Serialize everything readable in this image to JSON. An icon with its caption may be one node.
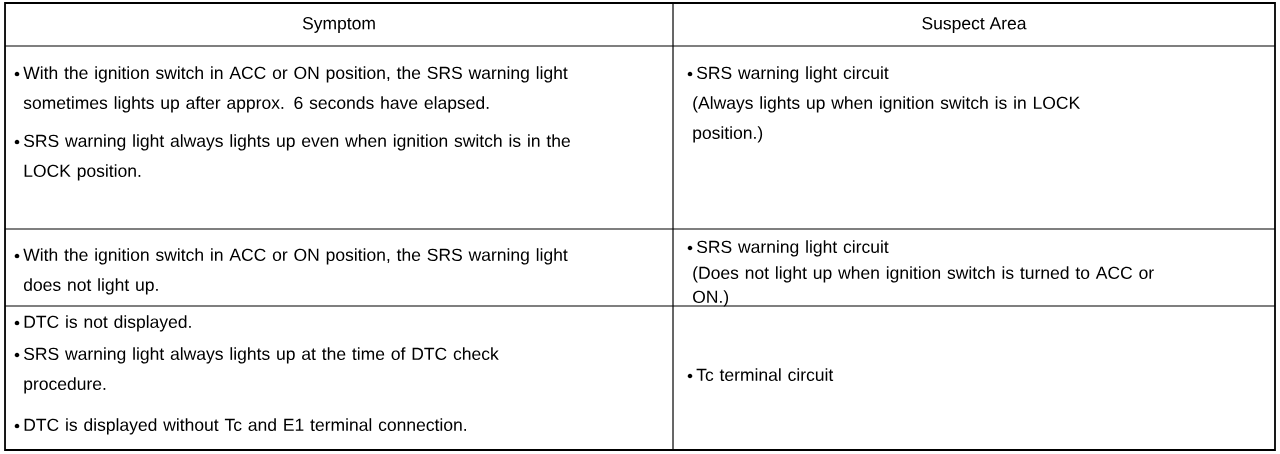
{
  "diagram": {
    "labels": [
      "Symptom",
      "Suspect Area",
      "With the ignition switch in ACC or ON position, the SRS warning light sometimes lights up after approx. 6 seconds have elapsed.",
      "SRS warning light always lights up even when ignition switch is in the LOCK position.",
      "SRS warning light circuit",
      "(Always lights up when ignition switch is in LOCK position.)",
      "With the ignition switch in ACC or ON position, the SRS warning light does not light up.",
      "SRS warning light circuit",
      "(Does not light up when ignition switch is turned to ACC or ON.)",
      "DTC is not displayed.",
      "SRS warning light always lights up at the time of DTC check procedure.",
      "DTC is displayed without Tc and E1 terminal connection.",
      "Tc  terminal circuit"
    ]
  }
}
